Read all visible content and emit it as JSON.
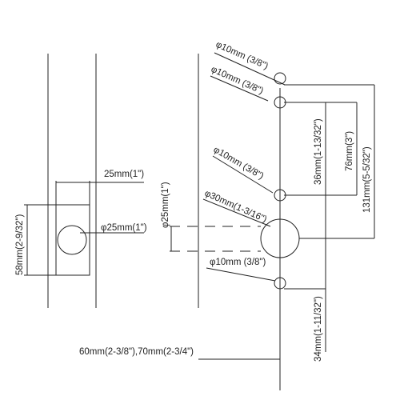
{
  "labels": {
    "l1": "25mm(1\")",
    "l2": "φ25mm(1\")",
    "l3": "58mm(2-9/32\")",
    "l4": "φ25mm(1\")",
    "l5": "φ30mm(1-3/16\")",
    "l6": "φ10mm (3/8\")",
    "l7": "φ10mm (3/8\")",
    "l8": "φ10mm (3/8\")",
    "l9": "φ10mm (3/8\")",
    "l10": "36mm(1-13/32\")",
    "l11": "76mm(3\")",
    "l12": "131mm(5-5/32\")",
    "l13": "34mm(1-11/32\")",
    "l14": "60mm(2-3/8\"),70mm(2-3/4\")"
  },
  "colors": {
    "line": "#222222",
    "background": "#ffffff"
  }
}
